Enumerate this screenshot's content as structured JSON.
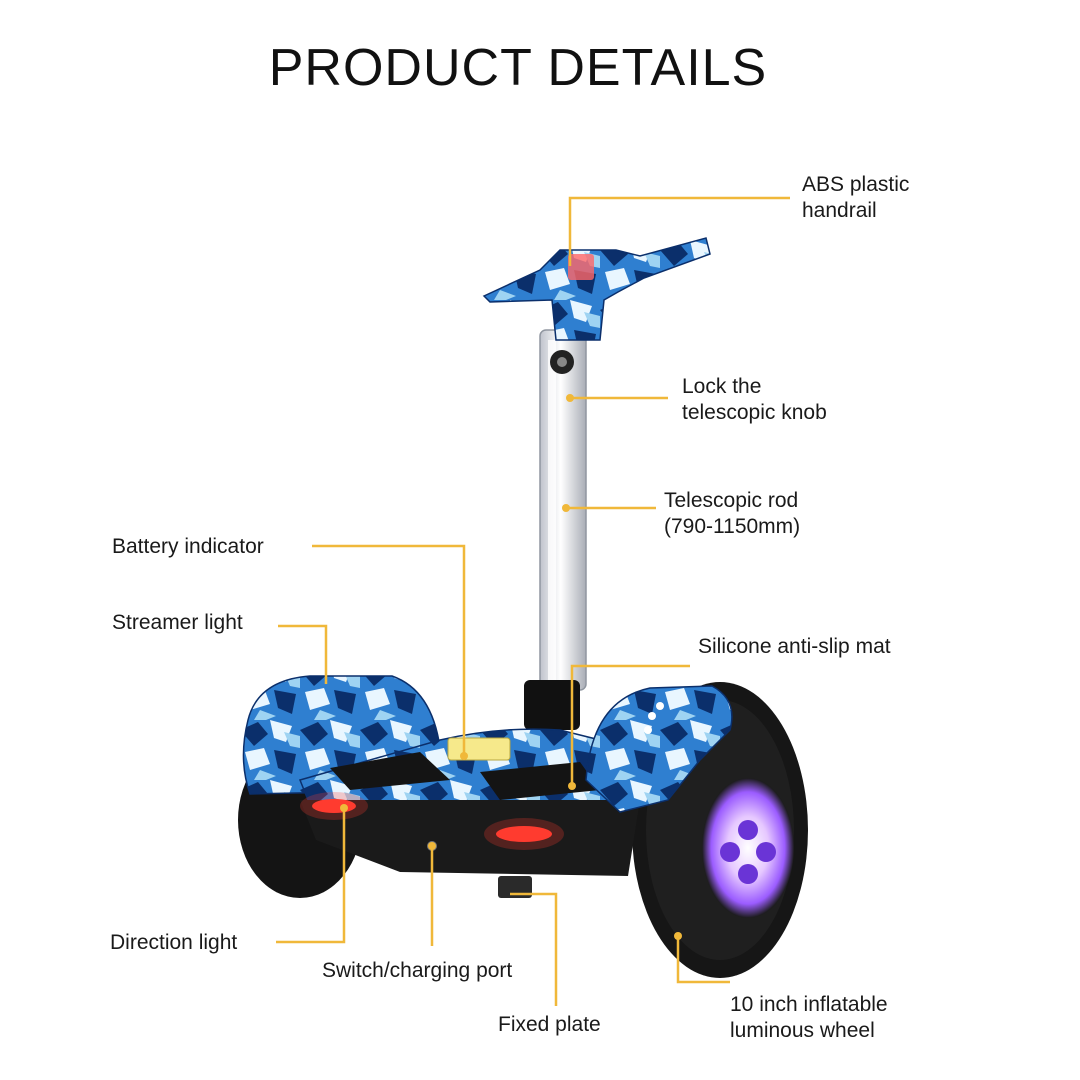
{
  "title": "PRODUCT DETAILS",
  "colors": {
    "leader_line": "#f0b83a",
    "camo_light": "#bfe3f5",
    "camo_mid": "#2f7fd0",
    "camo_dark": "#0b2f6b",
    "tire": "#141414",
    "rod": "#e8e8ee",
    "light_red": "#ff3b2f",
    "hub_glow": "#d79cff"
  },
  "product_image": {
    "subject": "self-balancing scooter with telescopic handlebar",
    "icon": "hoverboard-illustration"
  },
  "labels": {
    "abs_handrail": [
      "ABS plastic",
      "handrail"
    ],
    "lock_knob": [
      "Lock the",
      "telescopic knob"
    ],
    "telescopic_rod": [
      "Telescopic rod",
      "(790-1150mm)"
    ],
    "battery_indicator": "Battery indicator",
    "streamer_light": "Streamer light",
    "silicone_mat": "Silicone anti-slip mat",
    "direction_light": "Direction light",
    "switch_port": "Switch/charging port",
    "fixed_plate": "Fixed plate",
    "wheel": [
      "10 inch inflatable",
      "luminous wheel"
    ]
  }
}
